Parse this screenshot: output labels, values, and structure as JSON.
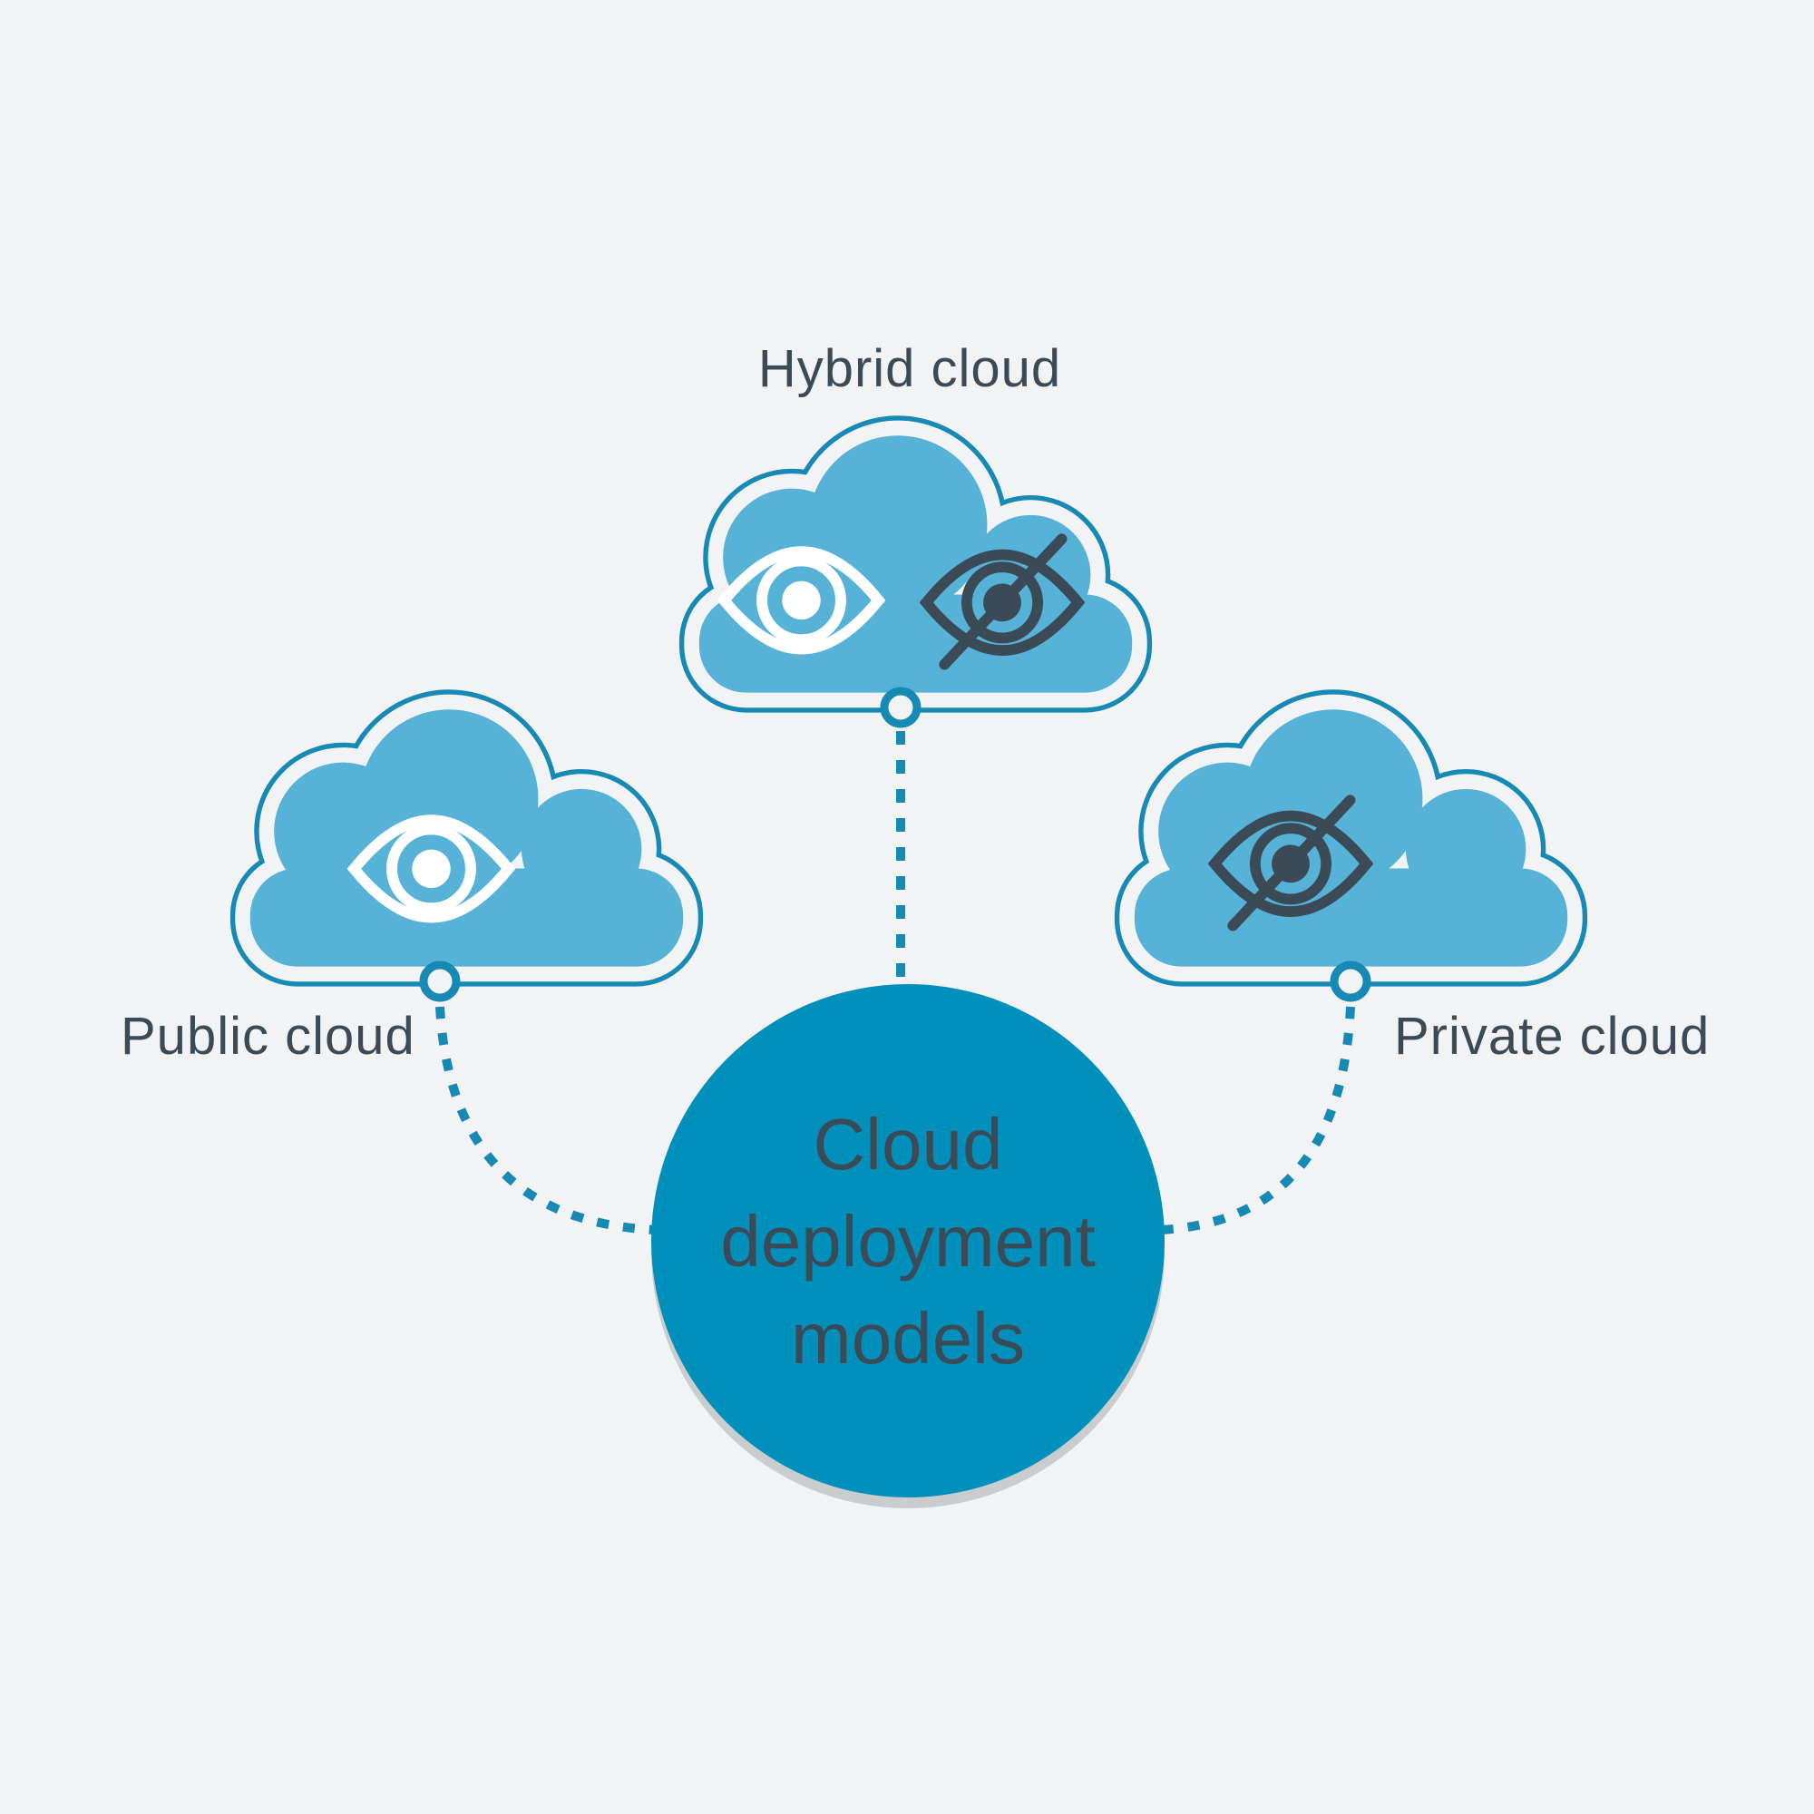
{
  "diagram": {
    "title": "Cloud deployment models",
    "background_color": "#f2f3f4",
    "center_circle": {
      "lines": [
        "Cloud",
        "deployment",
        "models"
      ],
      "fill_color": "#0190bc",
      "shadow_color": "#c9cdce",
      "text_color": "#3b4a57"
    },
    "clouds": [
      {
        "id": "hybrid",
        "label": "Hybrid cloud",
        "icons": [
          "eye-open-icon",
          "eye-crossed-icon"
        ],
        "position": "top-center"
      },
      {
        "id": "public",
        "label": "Public cloud",
        "icons": [
          "eye-open-icon"
        ],
        "position": "left"
      },
      {
        "id": "private",
        "label": "Private cloud",
        "icons": [
          "eye-crossed-icon"
        ],
        "position": "right"
      }
    ],
    "connectors": [
      {
        "from": "hybrid-cloud",
        "to": "center-circle",
        "style": "dashed",
        "shape": "vertical-line"
      },
      {
        "from": "public-cloud",
        "to": "center-circle",
        "style": "dashed",
        "shape": "arc"
      },
      {
        "from": "private-cloud",
        "to": "center-circle",
        "style": "dashed",
        "shape": "arc"
      }
    ],
    "colors": {
      "cloud_fill": "#56b2d7",
      "cloud_outline": "#1689b5",
      "connector": "#1689b5",
      "node_fill": "#f2f3f4",
      "label_text": "#3b4a57",
      "icon_dark": "#3b4a57",
      "icon_light": "#ffffff"
    }
  }
}
